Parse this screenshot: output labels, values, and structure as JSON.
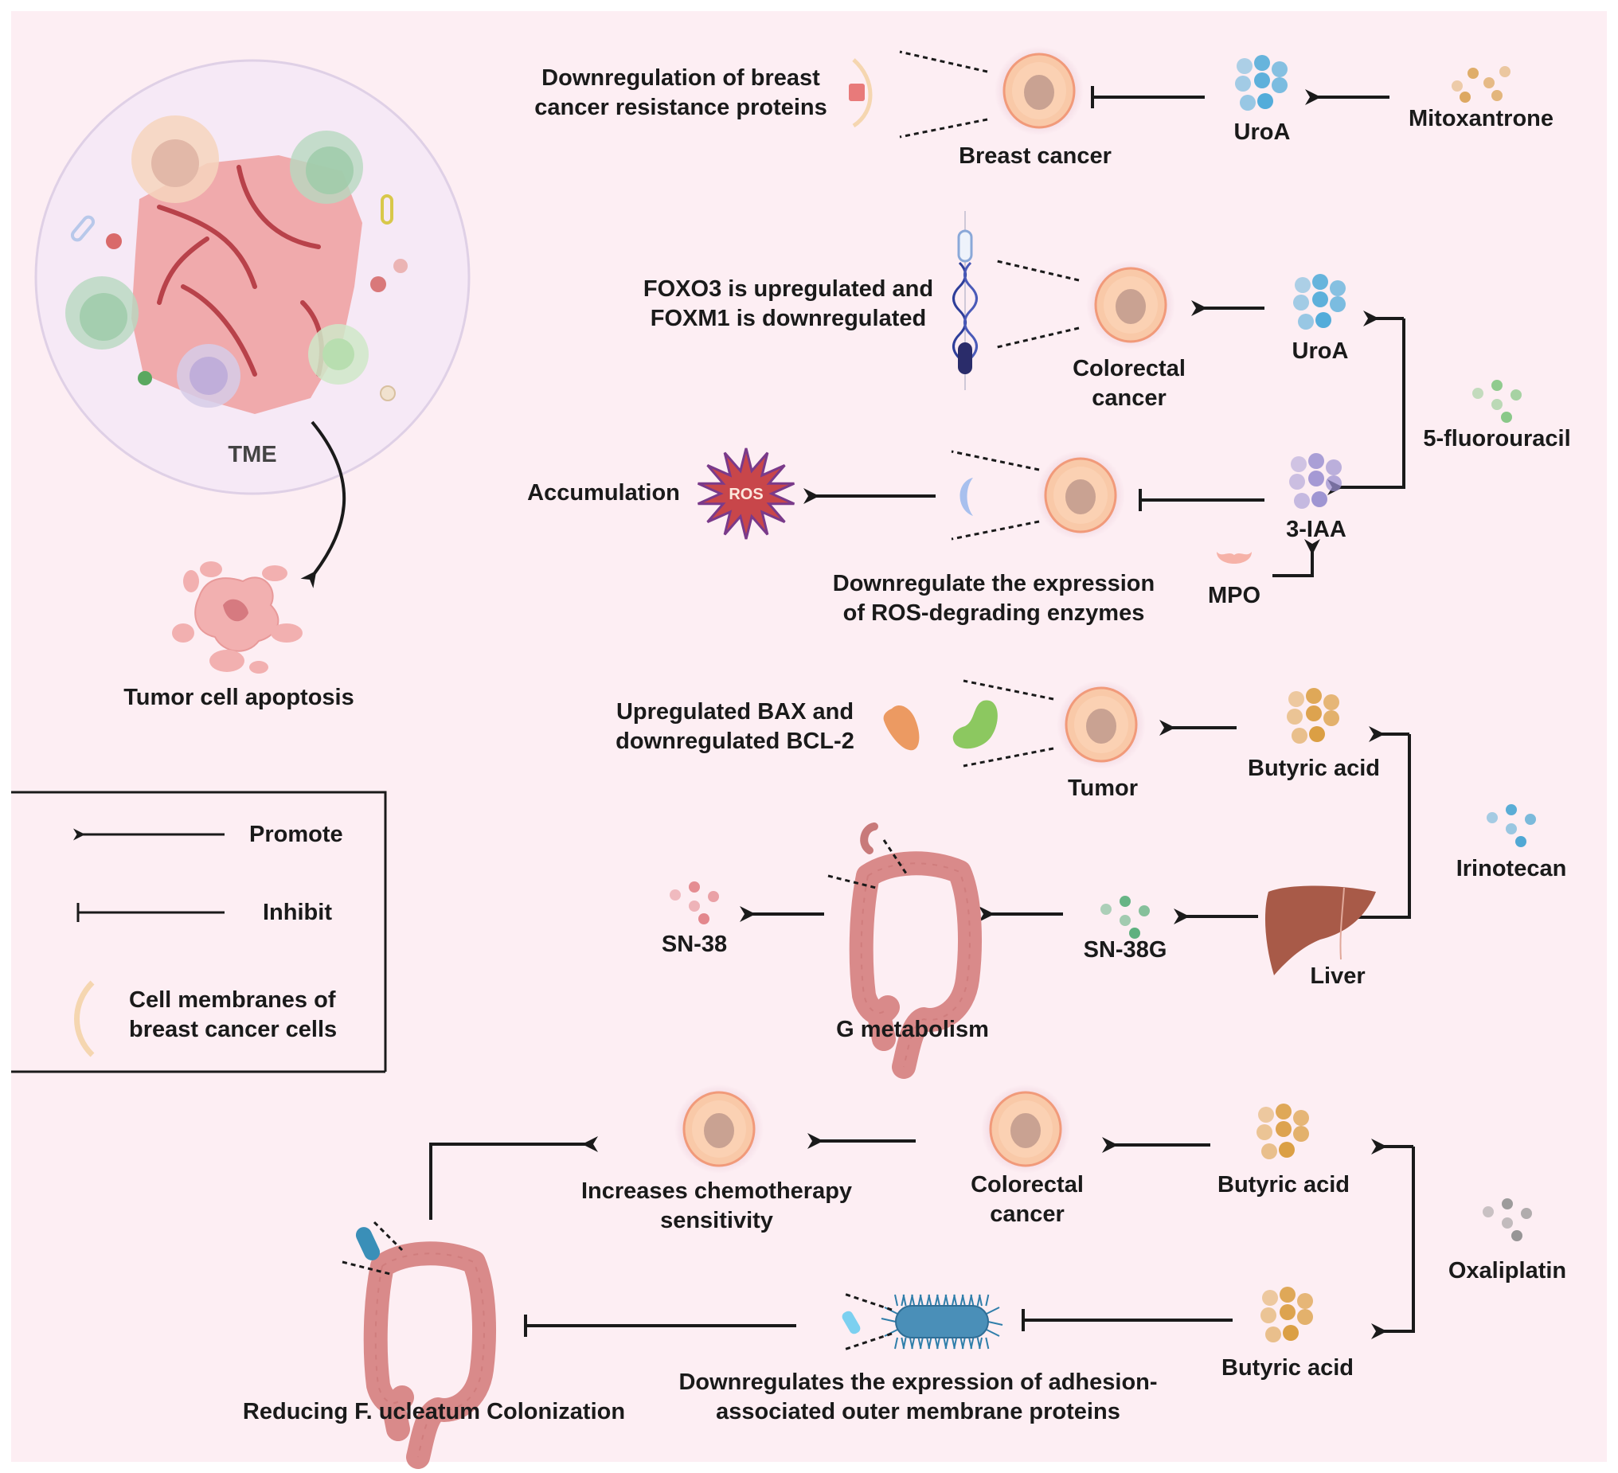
{
  "diagram": {
    "tme": {
      "label": "TME",
      "outcome_label": "Tumor cell apoptosis"
    },
    "legend": {
      "items": [
        {
          "symbol": "arrow",
          "label": "Promote"
        },
        {
          "symbol": "t-bar",
          "label": "Inhibit"
        },
        {
          "symbol": "membrane-arc",
          "label_line1": "Cell membranes of",
          "label_line2": "breast cancer cells"
        }
      ]
    },
    "pathway_mitoxantrone": {
      "drug": "Mitoxantrone",
      "metabolite": "UroA",
      "target": "Breast cancer",
      "effect_line1": "Downregulation of breast",
      "effect_line2": "cancer resistance proteins",
      "relation_drug_to_metabolite": "promote",
      "relation_metabolite_to_target": "inhibit"
    },
    "pathway_5fu": {
      "drug": "5-fluorouracil",
      "branch_a": {
        "metabolite": "UroA",
        "target_line1": "Colorectal",
        "target_line2": "cancer",
        "effect_line1": "FOXO3 is upregulated and",
        "effect_line2": "FOXM1 is downregulated",
        "relation": "promote"
      },
      "branch_b": {
        "metabolite": "3-IAA",
        "enzyme": "MPO",
        "effect_line1": "Downregulate the expression",
        "effect_line2": "of ROS-degrading enzymes",
        "outcome": "Accumulation",
        "ros_label": "ROS",
        "relation": "inhibit"
      }
    },
    "pathway_irinotecan": {
      "drug": "Irinotecan",
      "branch_a": {
        "metabolite": "Butyric acid",
        "target": "Tumor",
        "effect_line1": "Upregulated BAX and",
        "effect_line2": "downregulated BCL-2"
      },
      "branch_b": {
        "organ": "Liver",
        "metabolite": "SN-38G",
        "process": "G metabolism",
        "product": "SN-38"
      }
    },
    "pathway_oxaliplatin": {
      "drug": "Oxaliplatin",
      "branch_a": {
        "metabolite": "Butyric acid",
        "target_line1": "Colorectal",
        "target_line2": "cancer",
        "outcome_line1": "Increases chemotherapy",
        "outcome_line2": "sensitivity"
      },
      "branch_b": {
        "metabolite": "Butyric acid",
        "effect_line1": "Downregulates the expression of adhesion-",
        "effect_line2": "associated outer membrane proteins",
        "outcome": "Reducing F. ucleatum Colonization"
      }
    },
    "colors": {
      "background": "#fdeef3",
      "arrow": "#1a1a1a",
      "uroa": "#4aa8d8",
      "iaa": "#9a8fd0",
      "butyric": "#d99a3a",
      "mitoxantrone": "#d9a050",
      "fluorouracil": "#7cc47c",
      "irinotecan": "#3aa0d0",
      "oxaliplatin": "#8a8a8a",
      "sn38g": "#4aa870",
      "sn38": "#e07a80",
      "cell": "#f8c4a4",
      "colon": "#d98a8a",
      "liver": "#a85a48",
      "ros": "#c8464a"
    }
  }
}
